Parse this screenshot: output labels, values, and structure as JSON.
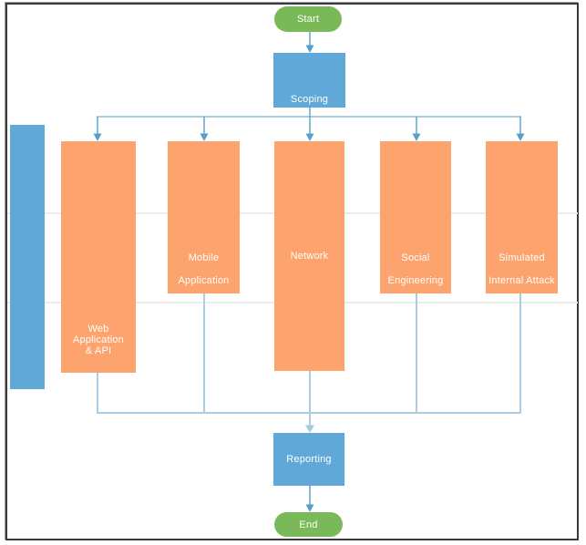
{
  "diagram": {
    "nodes": {
      "start": {
        "label": "Start",
        "type": "terminator"
      },
      "scoping": {
        "label": "Scoping",
        "type": "process"
      },
      "web_app": {
        "lines": [
          "Web",
          "Application",
          "& API"
        ],
        "type": "branch"
      },
      "mobile": {
        "lines": [
          "Mobile",
          "Application"
        ],
        "type": "branch"
      },
      "network": {
        "lines": [
          "Network"
        ],
        "type": "branch"
      },
      "social": {
        "lines": [
          "Social",
          "Engineering"
        ],
        "type": "branch"
      },
      "simulated": {
        "lines": [
          "Simulated",
          "Internal Attack"
        ],
        "type": "branch"
      },
      "reporting": {
        "label": "Reporting",
        "type": "process"
      },
      "end": {
        "label": "End",
        "type": "terminator"
      }
    },
    "colors": {
      "terminator_fill": "#79b957",
      "process_fill": "#60a8d8",
      "branch_fill": "#fda36d",
      "sidebar_fill": "#60a8d8",
      "connector_pale": "#aacde4",
      "connector_dark": "#6aabd6",
      "arrowhead": "#55a0cd",
      "arrowhead_pale": "#a5cbe2",
      "gridline": "#ececec",
      "label_text": "#ffffff"
    }
  }
}
